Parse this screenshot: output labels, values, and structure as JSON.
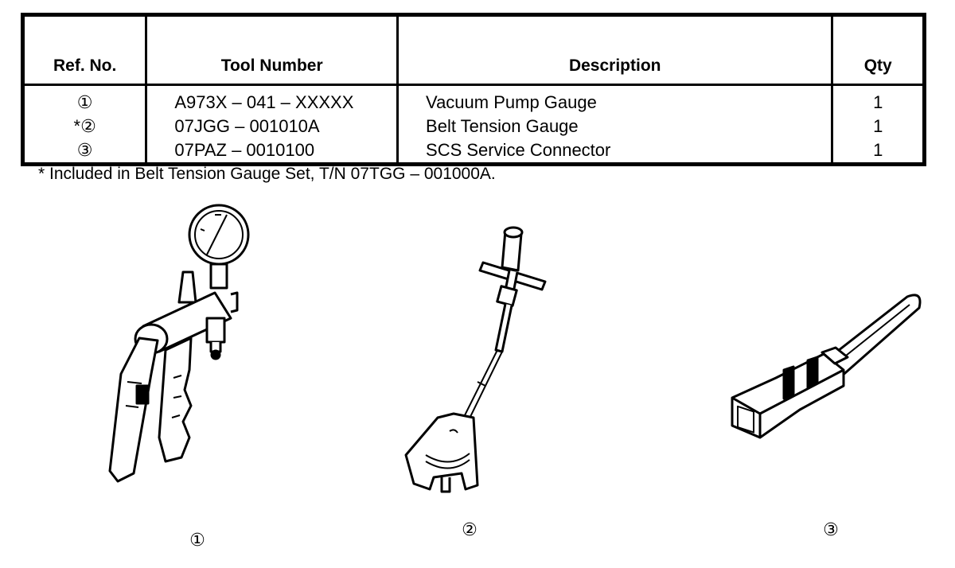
{
  "table": {
    "headers": {
      "ref": "Ref. No.",
      "tool": "Tool Number",
      "desc": "Description",
      "qty": "Qty"
    },
    "rows": [
      {
        "ref": "①",
        "tool": "A973X – 041 – XXXXX",
        "desc": "Vacuum Pump Gauge",
        "qty": "1"
      },
      {
        "ref": "*②",
        "tool": "07JGG – 001010A",
        "desc": "Belt Tension Gauge",
        "qty": "1"
      },
      {
        "ref": "③",
        "tool": "07PAZ – 0010100",
        "desc": "SCS Service Connector",
        "qty": "1"
      }
    ]
  },
  "footnote": "* Included in Belt Tension Gauge Set, T/N 07TGG – 001000A.",
  "illustrations": [
    {
      "label": "①",
      "icon": "vacuum-pump-gauge-illustration"
    },
    {
      "label": "②",
      "icon": "belt-tension-gauge-illustration"
    },
    {
      "label": "③",
      "icon": "scs-service-connector-illustration"
    }
  ]
}
